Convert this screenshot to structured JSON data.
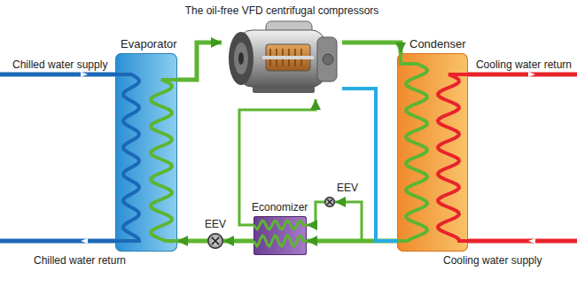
{
  "diagram": {
    "nodes": [
      {
        "text": [
          "The oil-free VFD centrifugal compressors"
        ]
      },
      {
        "text": [
          "Evaporator"
        ]
      },
      {
        "text": [
          "Condenser"
        ]
      },
      {
        "text": [
          "Economizer"
        ]
      },
      {
        "text": [
          "EEV"
        ]
      },
      {
        "text": [
          "EEV"
        ]
      }
    ],
    "edges": [
      {
        "from": 1,
        "to": 0,
        "arrow": "to"
      },
      {
        "from": 0,
        "to": 2,
        "arrow": "to"
      },
      {
        "from": 2,
        "to": 3,
        "arrow": "to"
      },
      {
        "from": 2,
        "to": 4,
        "arrow": "to"
      },
      {
        "from": 4,
        "to": 3,
        "arrow": "to"
      },
      {
        "from": 3,
        "to": 0,
        "arrow": "to"
      },
      {
        "from": 3,
        "to": 5,
        "arrow": "to"
      },
      {
        "from": 5,
        "to": 1,
        "arrow": "to"
      },
      {
        "from": 2,
        "to": 0,
        "arrow": "none"
      }
    ],
    "labels": [
      "Chilled water supply",
      "Cooling water return",
      "Chilled water return",
      "Cooling water supply"
    ]
  }
}
